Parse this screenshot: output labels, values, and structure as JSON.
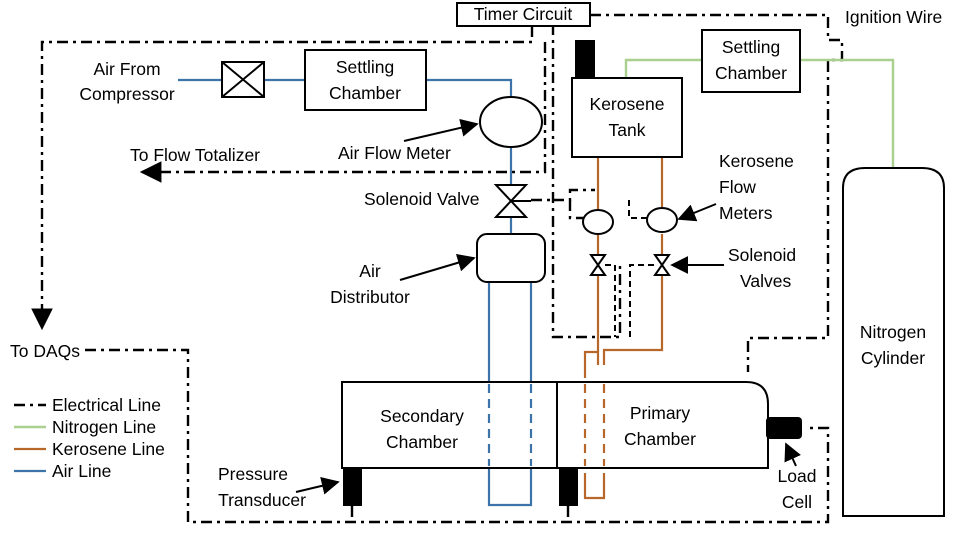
{
  "labels": {
    "timer_circuit": "Timer Circuit",
    "ignition_wire": "Ignition Wire",
    "air_from_1": "Air From",
    "air_from_2": "Compressor",
    "settling_1": "Settling",
    "settling_2": "Chamber",
    "settling_n2_1": "Settling",
    "settling_n2_2": "Chamber",
    "kerosene_tank_1": "Kerosene",
    "kerosene_tank_2": "Tank",
    "to_flow_totalizer": "To Flow Totalizer",
    "air_flow_meter": "Air Flow Meter",
    "solenoid_valve": "Solenoid Valve",
    "kerosene_flow_1": "Kerosene",
    "kerosene_flow_2": "Flow",
    "kerosene_flow_3": "Meters",
    "solenoid_valves_1": "Solenoid",
    "solenoid_valves_2": "Valves",
    "air_distributor_1": "Air",
    "air_distributor_2": "Distributor",
    "to_daqs": "To DAQs",
    "secondary_1": "Secondary",
    "secondary_2": "Chamber",
    "primary_1": "Primary",
    "primary_2": "Chamber",
    "nitrogen_1": "Nitrogen",
    "nitrogen_2": "Cylinder",
    "pressure_1": "Pressure",
    "pressure_2": "Transducer",
    "load_1": "Load",
    "load_2": "Cell"
  },
  "legend": {
    "electrical": "Electrical Line",
    "nitrogen": "Nitrogen Line",
    "kerosene": "Kerosene Line",
    "air": "Air Line"
  },
  "colors": {
    "air_line": "#3c74aa",
    "kerosene_line": "#b8672a",
    "nitrogen_line": "#a9d08e",
    "electrical_line": "#000000"
  }
}
